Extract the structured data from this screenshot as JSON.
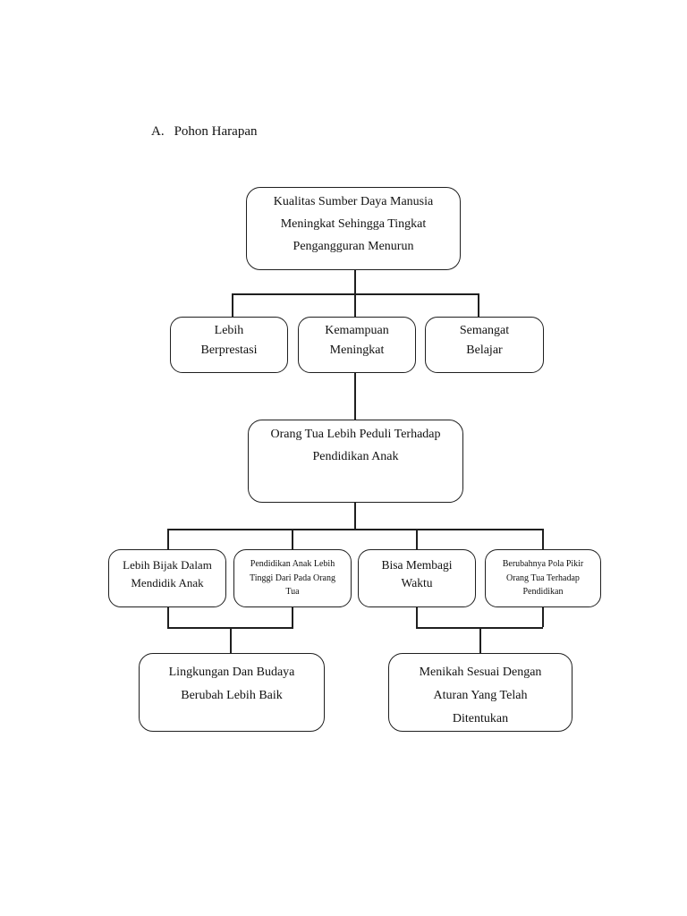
{
  "document": {
    "section_label": "A.",
    "section_title": "Pohon Harapan"
  },
  "diagram": {
    "type": "tree",
    "direction": "top-down",
    "colors": {
      "line": "#1f1f1f",
      "text": "#111111",
      "box_background": "#ffffff",
      "page_background": "#ffffff"
    },
    "nodes": {
      "root": {
        "text": "Kualitas Sumber Daya Manusia\nMeningkat Sehingga Tingkat\nPengangguran Menurun"
      },
      "lebih_berprestasi": {
        "text": "Lebih\nBerprestasi"
      },
      "kemampuan_meningkat": {
        "text": "Kemampuan\nMeningkat"
      },
      "semangat_belajar": {
        "text": "Semangat\nBelajar"
      },
      "orang_tua_peduli": {
        "text": "Orang Tua Lebih Peduli Terhadap\nPendidikan Anak"
      },
      "bijak_mendidik": {
        "text": "Lebih Bijak Dalam\nMendidik Anak"
      },
      "pendidikan_tinggi": {
        "text": "Pendidikan Anak Lebih\nTinggi Dari Pada Orang\nTua"
      },
      "membagi_waktu": {
        "text": "Bisa Membagi\nWaktu"
      },
      "pola_pikir": {
        "text": "Berubahnya Pola Pikir\nOrang Tua Terhadap\nPendidikan"
      },
      "lingkungan_budaya": {
        "text": "Lingkungan Dan Budaya\nBerubah Lebih Baik"
      },
      "menikah_aturan": {
        "text": "Menikah Sesuai Dengan\nAturan Yang Telah\nDitentukan"
      }
    },
    "edges": [
      {
        "from": "root",
        "to": "lebih_berprestasi"
      },
      {
        "from": "root",
        "to": "kemampuan_meningkat"
      },
      {
        "from": "root",
        "to": "semangat_belajar"
      },
      {
        "from": "kemampuan_meningkat",
        "to": "orang_tua_peduli"
      },
      {
        "from": "orang_tua_peduli",
        "to": "bijak_mendidik"
      },
      {
        "from": "orang_tua_peduli",
        "to": "pendidikan_tinggi"
      },
      {
        "from": "orang_tua_peduli",
        "to": "membagi_waktu"
      },
      {
        "from": "orang_tua_peduli",
        "to": "pola_pikir"
      },
      {
        "from": "bijak_mendidik",
        "to": "lingkungan_budaya"
      },
      {
        "from": "pendidikan_tinggi",
        "to": "lingkungan_budaya"
      },
      {
        "from": "membagi_waktu",
        "to": "menikah_aturan"
      },
      {
        "from": "pola_pikir",
        "to": "menikah_aturan"
      }
    ]
  }
}
